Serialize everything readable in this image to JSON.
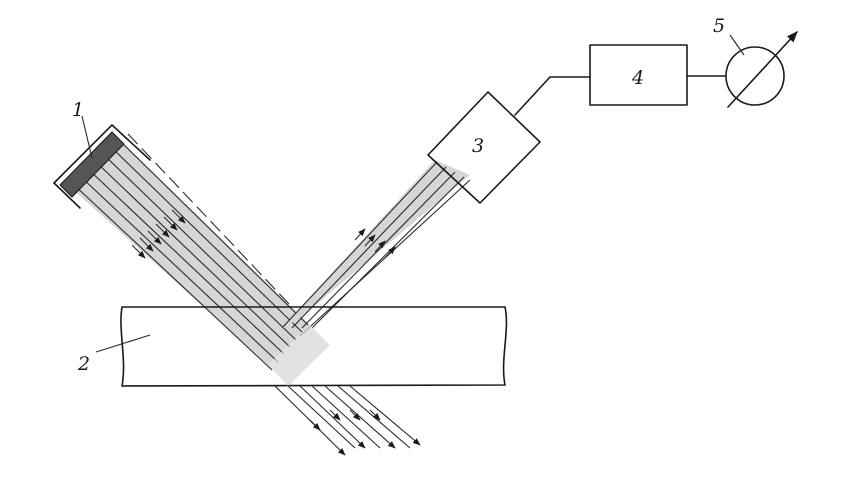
{
  "labels": {
    "source": "1",
    "sample": "2",
    "detector": "3",
    "amplifier": "4",
    "meter": "5"
  },
  "colors": {
    "ink": "#1a1a1a",
    "beam_fill": "#d6d6d6",
    "source_fill": "#555555"
  }
}
